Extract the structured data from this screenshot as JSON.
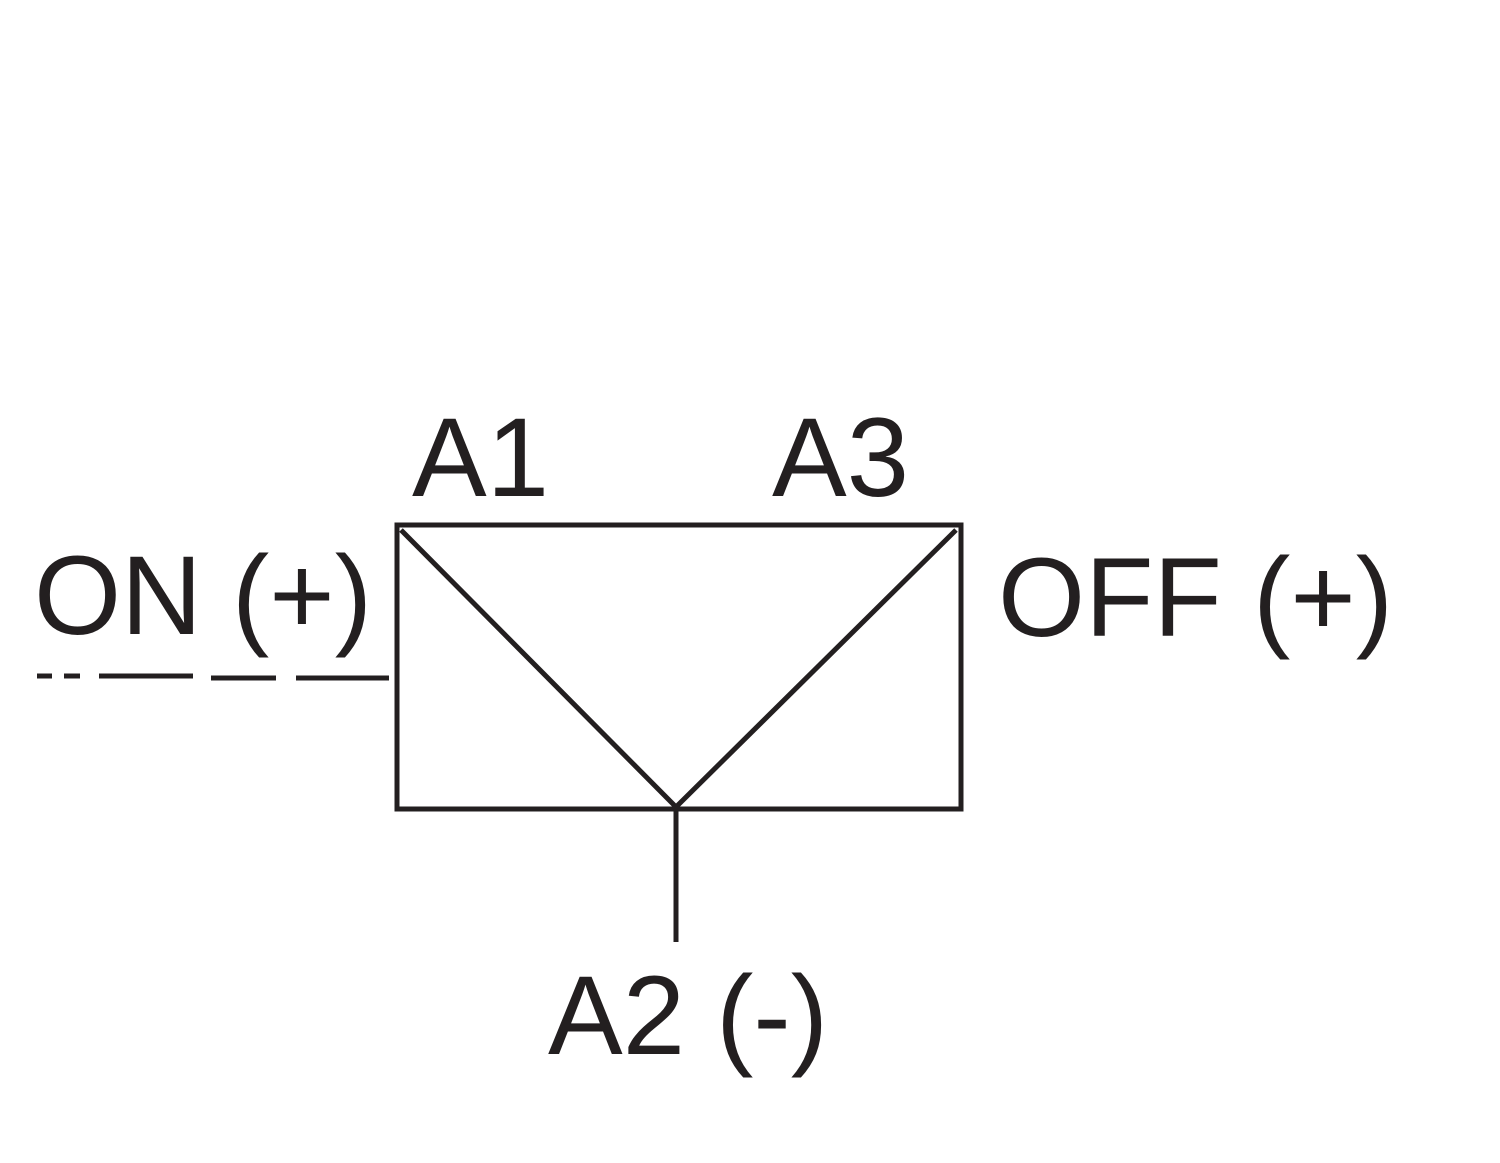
{
  "terminals": {
    "a1": "A1",
    "a3": "A3",
    "a2": "A2 (-)",
    "on_word": "ON",
    "on_sign": "(+)",
    "off": "OFF (+)"
  },
  "colors": {
    "ink": "#231f20",
    "background": "#ffffff"
  }
}
